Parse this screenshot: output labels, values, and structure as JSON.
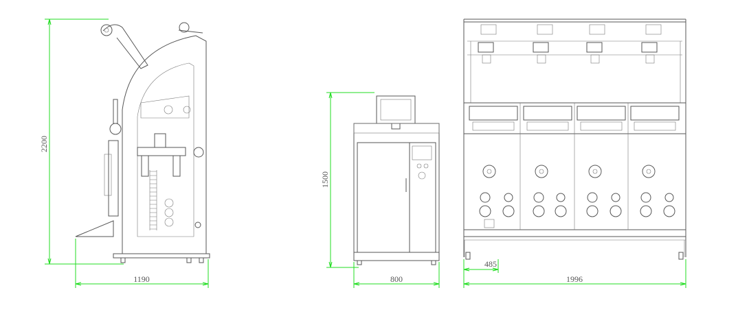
{
  "dimensions": {
    "side_view": {
      "height": "2200",
      "width": "1190"
    },
    "control_cabinet": {
      "height": "1500",
      "width": "800"
    },
    "front_view": {
      "offset": "485",
      "width": "1996"
    }
  },
  "colors": {
    "dimension_line": "#22dd22",
    "drawing_line": "#555555",
    "background": "#ffffff"
  }
}
